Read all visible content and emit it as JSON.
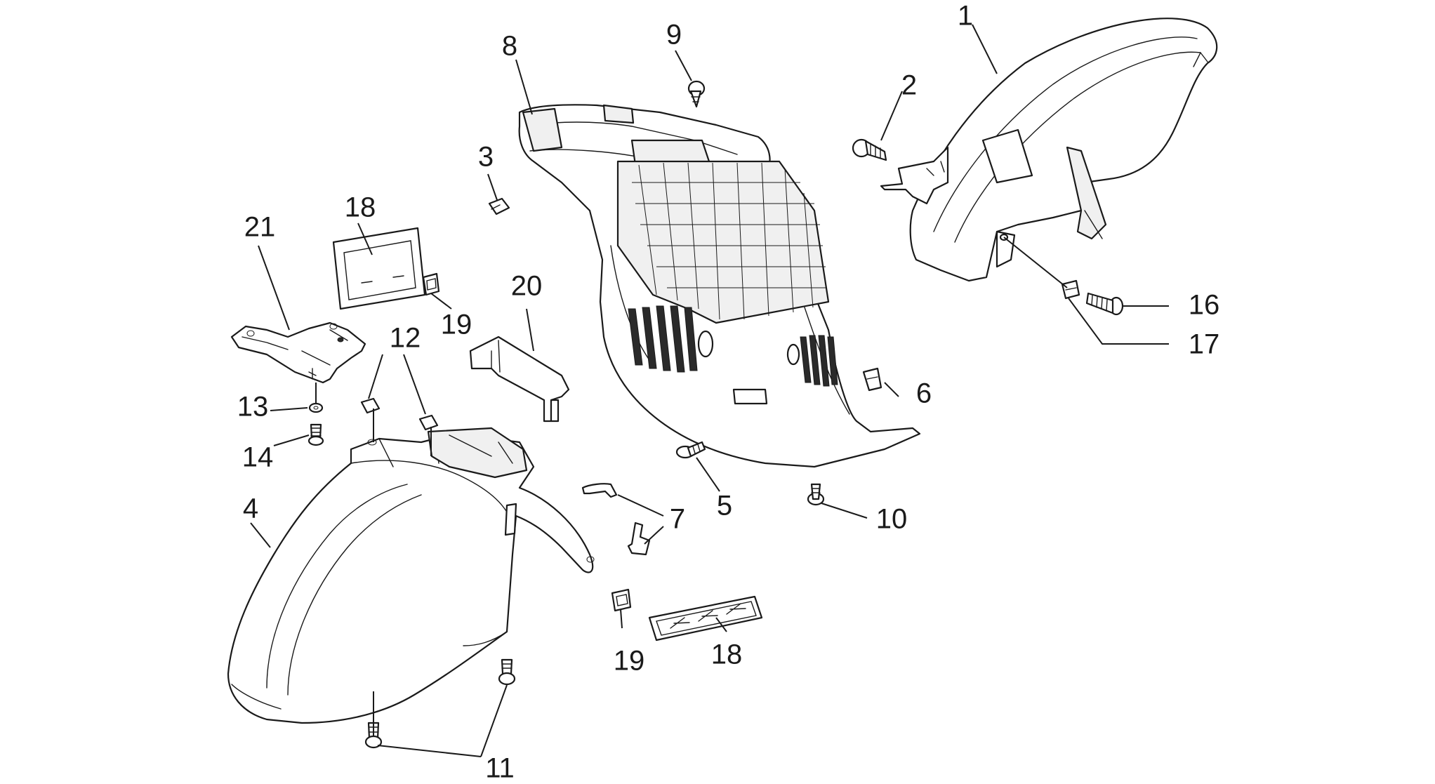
{
  "callouts": [
    {
      "id": "1",
      "label": "1"
    },
    {
      "id": "2",
      "label": "2"
    },
    {
      "id": "3",
      "label": "3"
    },
    {
      "id": "4",
      "label": "4"
    },
    {
      "id": "5",
      "label": "5"
    },
    {
      "id": "6",
      "label": "6"
    },
    {
      "id": "7",
      "label": "7"
    },
    {
      "id": "8",
      "label": "8"
    },
    {
      "id": "9",
      "label": "9"
    },
    {
      "id": "10",
      "label": "10"
    },
    {
      "id": "11",
      "label": "11"
    },
    {
      "id": "12",
      "label": "12"
    },
    {
      "id": "13",
      "label": "13"
    },
    {
      "id": "14",
      "label": "14"
    },
    {
      "id": "16",
      "label": "16"
    },
    {
      "id": "17",
      "label": "17"
    },
    {
      "id": "18a",
      "label": "18"
    },
    {
      "id": "18b",
      "label": "18"
    },
    {
      "id": "19a",
      "label": "19"
    },
    {
      "id": "19b",
      "label": "19"
    },
    {
      "id": "20",
      "label": "20"
    },
    {
      "id": "21",
      "label": "21"
    }
  ]
}
